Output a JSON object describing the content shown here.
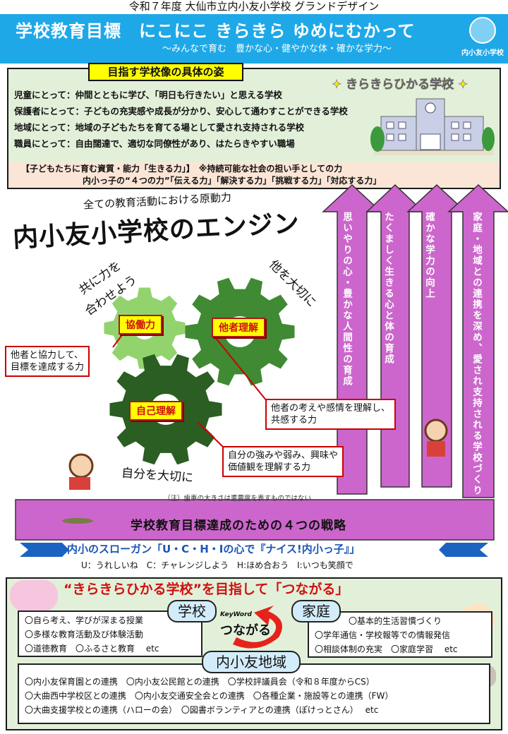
{
  "header": {
    "title": "令和７年度 大仙市立内小友小学校 グランドデザイン",
    "goal": "学校教育目標　にこにこ きらきら ゆめにむかって",
    "goal_sub": "～みんなで育む　豊かな心・健やかな体・確かな学力～",
    "logo_text": "内小友小学校"
  },
  "vision": {
    "label": "目指す学校像の具体の姿",
    "tagline": "きらきらひかる学校",
    "lines": [
      "児童にとって：仲間とともに学び、「明日も行きたい」と思える学校",
      "保護者にとって：子どもの充実感や成長が分かり、安心して通わすことができる学校",
      "地域にとって：地域の子どもたちを育てる場として愛され支持される学校",
      "職員にとって：自由闊達で、適切な同僚性があり、はたらきやすい職場"
    ],
    "abilities_line1": "【子どもたちに育む資質・能力「生きる力」】　※持続可能な社会の担い手としての力",
    "abilities_line2": "内小っ子の“４つの力”「伝える力」「解決する力」「挑戦する力」「対応する力」"
  },
  "engine": {
    "subtitle": "全ての教育活動における原動力",
    "title": "内小友小学校のエンジン",
    "phrase_together_1": "共に力を",
    "phrase_together_2": "合わせよう",
    "phrase_others": "他を大切に",
    "phrase_self": "自分を大切に",
    "gears": [
      {
        "label": "協働力",
        "callout": [
          "他者と協力して、",
          "目標を達成する力"
        ],
        "color": "#92d36e"
      },
      {
        "label": "他者理解",
        "callout": [
          "他者の考えや感情を理解し、",
          "共感する力"
        ],
        "color": "#3f8a32"
      },
      {
        "label": "自己理解",
        "callout": [
          "自分の強みや弱み、興味や",
          "価値観を理解する力"
        ],
        "color": "#2b5e22"
      }
    ],
    "note": "（注）歯車の大きさは重要度を表すものではない"
  },
  "strategies": {
    "bar_label": "学校教育目標達成のための４つの戦略",
    "arrows": [
      "思いやりの心・豊かな人間性の育成",
      "たくましく生きる心と体の育成",
      "確かな学力の向上",
      "家庭・地域との連携を深め、愛され支持される学校づくり"
    ],
    "color": "#cc66cc"
  },
  "slogan": {
    "title": "内小のスローガン「U・C・H・Iの心で『ナイス!内小っ子』」",
    "sub": "U：うれしいね　C：チャレンジしよう　H:ほめ合おう　I:いつも笑顔で"
  },
  "connect": {
    "title": "“きらきらひかる学校”を目指して「つながる」",
    "keyword": "KeyWord",
    "keyword_main": "つながる",
    "school": {
      "label": "学校",
      "items": [
        "〇自ら考え、学びが深まる授業",
        "〇多様な教育活動及び体験活動",
        "〇道徳教育　〇ふるさと教育　 etc"
      ]
    },
    "home": {
      "label": "家庭",
      "items": [
        "〇基本的生活習慣づくり",
        "〇学年通信・学校報等での情報発信",
        "〇相談体制の充実　〇家庭学習　 etc"
      ]
    },
    "community": {
      "label": "内小友地域",
      "items": [
        "〇内小友保育園との連携　〇内小友公民館との連携　〇学校評議員会（令和８年度からCS）",
        "〇大曲西中学校区との連携　〇内小友交通安全会との連携　〇各種企業・施設等との連携（FW）",
        "〇大曲支援学校との連携（ハローの会）　〇図書ボランティアとの連携（ぽけっとさん）　 etc"
      ]
    }
  }
}
